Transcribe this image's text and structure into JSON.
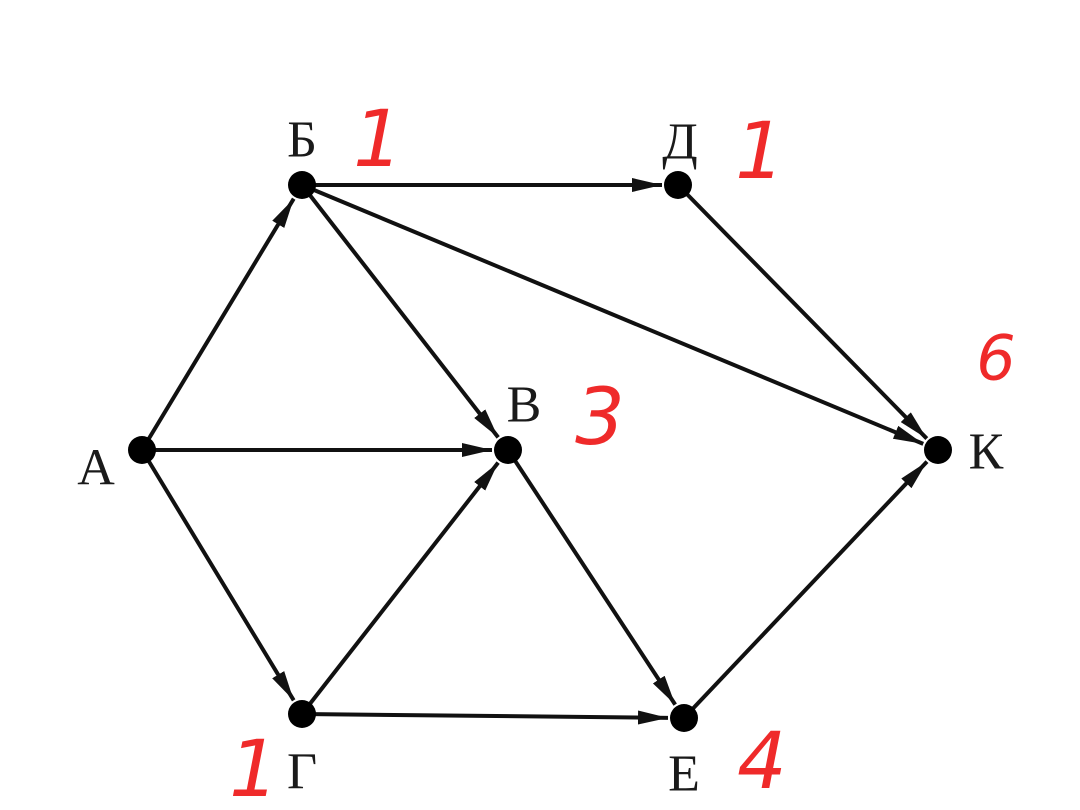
{
  "colors": {
    "edges": "#111111",
    "nodes": "#000000",
    "labels": "#1a1a1a",
    "annotations": "#ef2a2a"
  },
  "nodes": [
    {
      "id": "A",
      "label": "А"
    },
    {
      "id": "B",
      "label": "Б",
      "annotation": "1"
    },
    {
      "id": "D",
      "label": "Д",
      "annotation": "1"
    },
    {
      "id": "V",
      "label": "В",
      "annotation": "3"
    },
    {
      "id": "K",
      "label": "К",
      "annotation": "6"
    },
    {
      "id": "G",
      "label": "Г",
      "annotation": "1"
    },
    {
      "id": "E",
      "label": "Е",
      "annotation": "4"
    }
  ],
  "edges": [
    {
      "from": "A",
      "to": "B"
    },
    {
      "from": "A",
      "to": "V"
    },
    {
      "from": "A",
      "to": "G"
    },
    {
      "from": "B",
      "to": "D"
    },
    {
      "from": "B",
      "to": "V"
    },
    {
      "from": "B",
      "to": "K"
    },
    {
      "from": "D",
      "to": "K"
    },
    {
      "from": "G",
      "to": "V"
    },
    {
      "from": "G",
      "to": "E"
    },
    {
      "from": "V",
      "to": "E"
    },
    {
      "from": "E",
      "to": "K"
    }
  ]
}
